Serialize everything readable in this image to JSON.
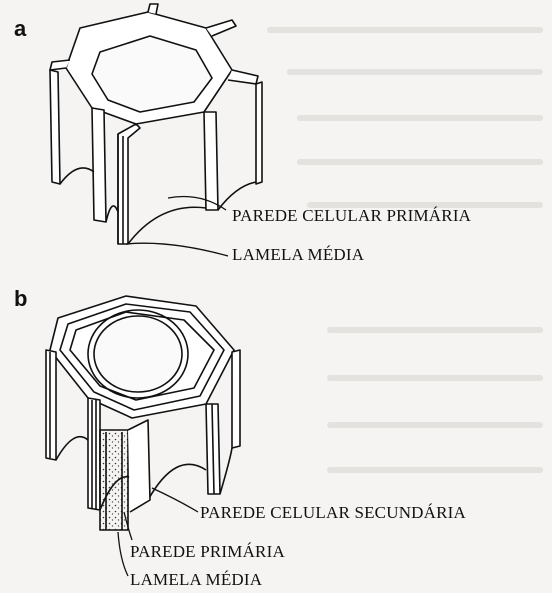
{
  "panel_a": {
    "letter": "a",
    "label_primary_wall": "PAREDE CELULAR PRIMÁRIA",
    "label_middle_lamella": "LAMELA MÉDIA"
  },
  "panel_b": {
    "letter": "b",
    "label_secondary_wall": "PAREDE CELULAR SECUNDÁRIA",
    "label_primary_wall": "PAREDE PRIMÁRIA",
    "label_middle_lamella": "LAMELA MÉDIA"
  }
}
